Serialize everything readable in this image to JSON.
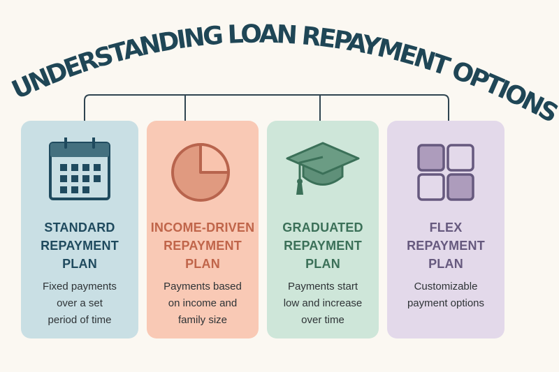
{
  "title": "UNDERSTANDING LOAN REPAYMENT OPTIONS",
  "colors": {
    "background": "#fbf8f2",
    "title": "#1f4656",
    "connector": "#2f4450"
  },
  "cards": [
    {
      "icon": "calendar-icon",
      "title": [
        "STANDARD",
        "REPAYMENT",
        "PLAN"
      ],
      "description": [
        "Fixed payments",
        "over a set",
        "period of time"
      ],
      "bg": "#c9dfe4",
      "accent": "#1f4a5e"
    },
    {
      "icon": "pie-chart-icon",
      "title": [
        "INCOME-DRIVEN",
        "REPAYMENT",
        "PLAN"
      ],
      "description": [
        "Payments based",
        "on income and",
        "family size"
      ],
      "bg": "#f9c9b5",
      "accent": "#c0654a"
    },
    {
      "icon": "graduation-cap-icon",
      "title": [
        "GRADUATED",
        "REPAYMENT",
        "PLAN"
      ],
      "description": [
        "Payments start",
        "low and increase",
        "over time"
      ],
      "bg": "#cee6d9",
      "accent": "#3b7058"
    },
    {
      "icon": "grid-icon",
      "title": [
        "FLEX",
        "REPAYMENT",
        "PLAN"
      ],
      "description": [
        "Customizable",
        "payment options"
      ],
      "bg": "#e3d9ea",
      "accent": "#66597e"
    }
  ]
}
